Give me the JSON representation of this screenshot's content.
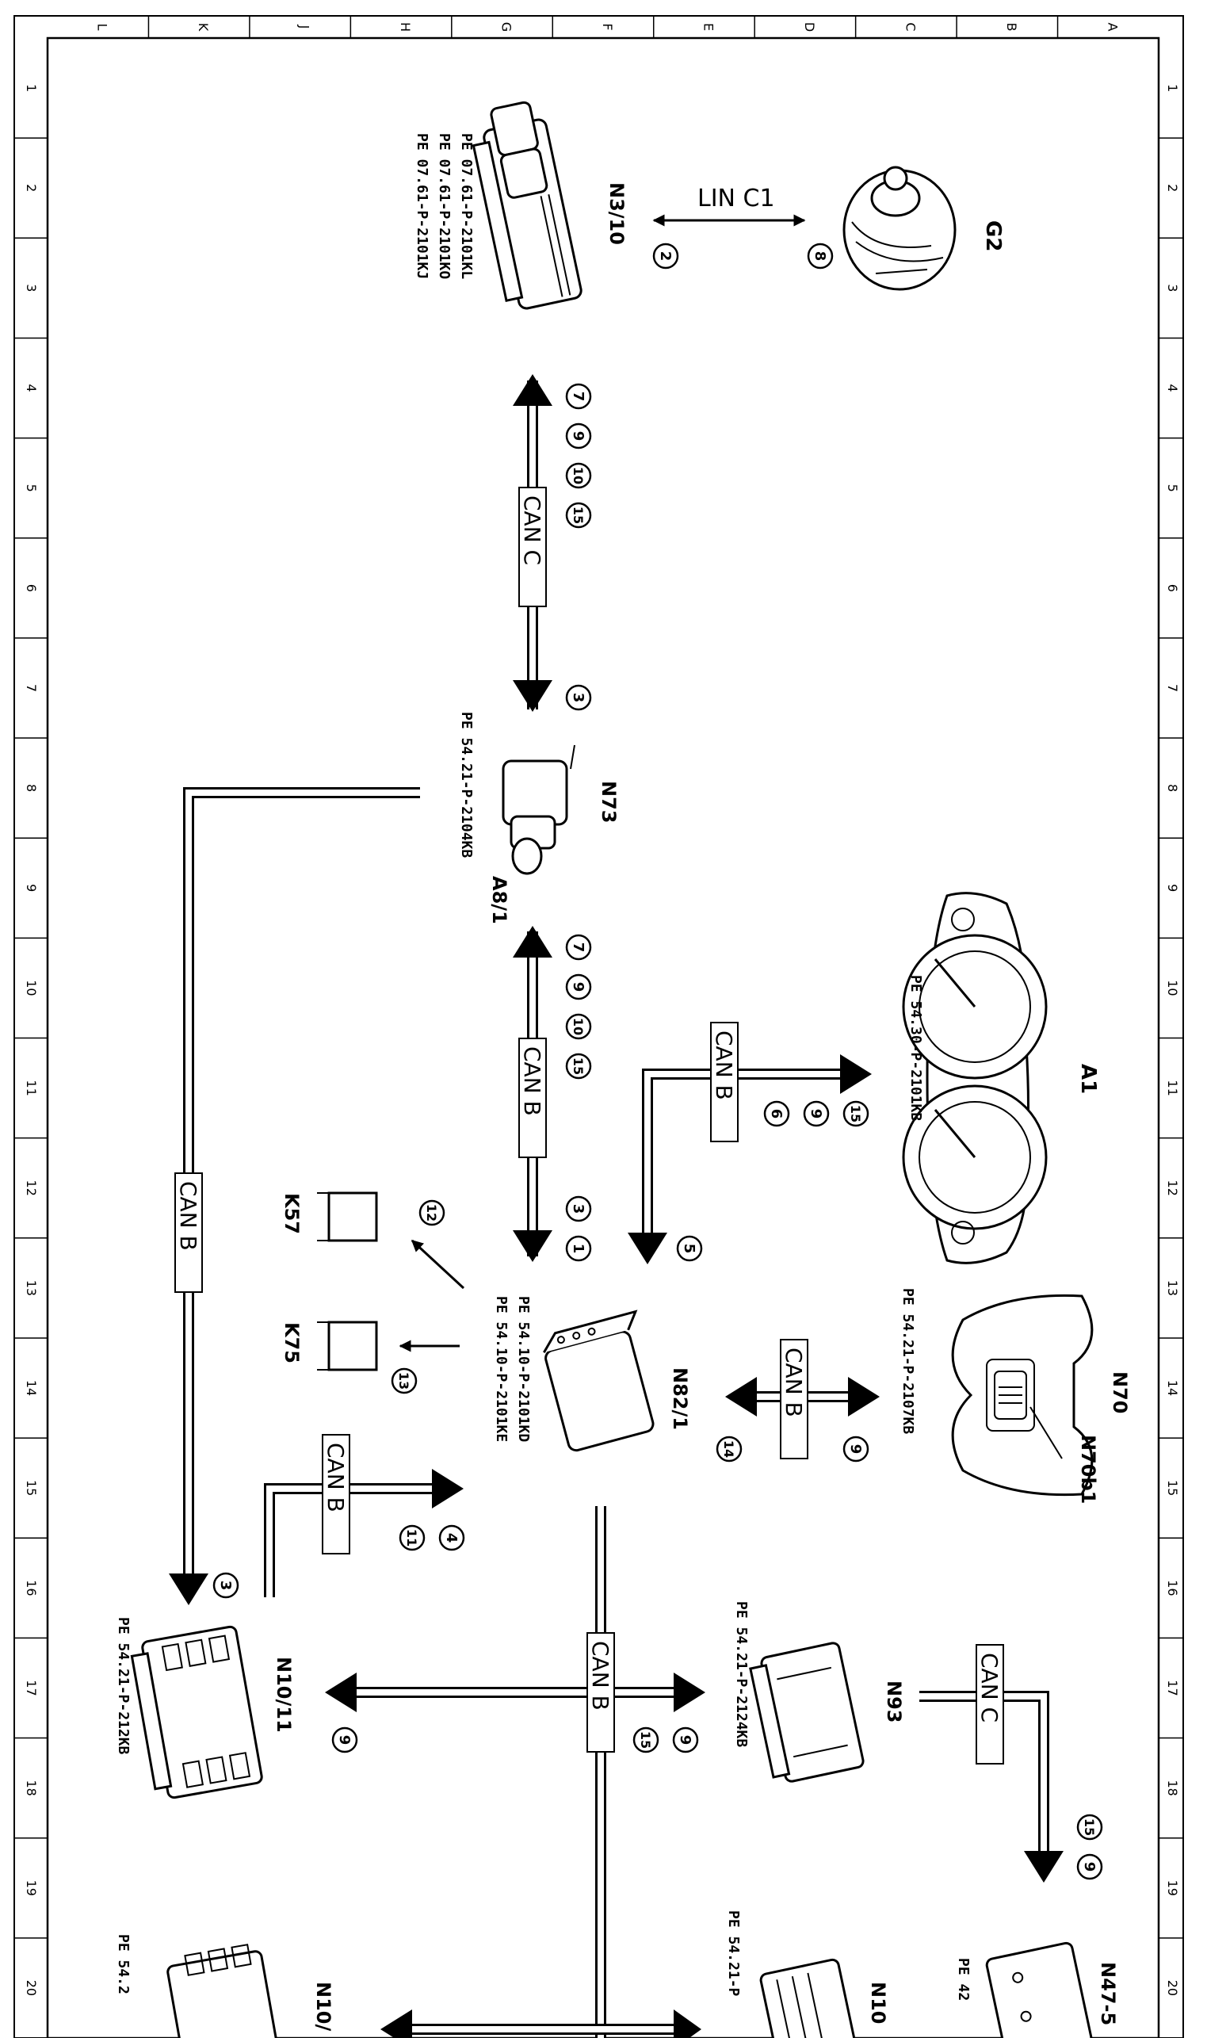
{
  "frame": {
    "columns": [
      "L",
      "K",
      "J",
      "H",
      "G",
      "F",
      "E",
      "D",
      "C",
      "B",
      "A"
    ],
    "rows": [
      "1",
      "2",
      "3",
      "4",
      "5",
      "6",
      "7",
      "8",
      "9",
      "10",
      "11",
      "12",
      "13",
      "14",
      "15",
      "16",
      "17",
      "18",
      "19",
      "20"
    ]
  },
  "components": {
    "g2": "G2",
    "n3_10": "N3/10",
    "n73": "N73",
    "a8_1": "A8/1",
    "a1": "A1",
    "k57": "K57",
    "k75": "K75",
    "n82_1": "N82/1",
    "n70": "N70",
    "n70b1": "N70b1",
    "n10_11": "N10/11",
    "n93": "N93",
    "n47_5": "N47-5",
    "n10_bottom": "N10/",
    "n10_right": "N10"
  },
  "references": {
    "n3_10": [
      "PE 07.61-P-2101KL",
      "PE 07.61-P-2101KO",
      "PE 07.61-P-2101KJ"
    ],
    "n73": "PE 54.21-P-2104KB",
    "a1": "PE 54.30-P-2101KB",
    "n82_1": [
      "PE 54.10-P-2101KD",
      "PE 54.10-P-2101KE"
    ],
    "n70": "PE 54.21-P-2107KB",
    "n10_11": "PE 54.21-P-212KB",
    "n93": "PE 54.21-P-2124KB",
    "n10_bottom": "PE 54.2",
    "n10_right": "PE 54.21-P",
    "n47_5": "PE 42"
  },
  "buses": {
    "lin": "LIN C1",
    "can_c": "CAN C",
    "can_b": "CAN B"
  },
  "signals": {
    "lin_g2": "8",
    "lin_n3": "2",
    "canc_n3": [
      "7",
      "9",
      "10",
      "15"
    ],
    "canc_n73": "3",
    "canb_a8": [
      "7",
      "9",
      "10",
      "15"
    ],
    "canb_n82": [
      "3",
      "1"
    ],
    "a1_in": [
      "15",
      "9",
      "6"
    ],
    "a1_out": "5",
    "k57": "12",
    "k75": "13",
    "n70_in": "9",
    "n70_out": "14",
    "n82_left": [
      "4",
      "11"
    ],
    "n10_11_in": "3",
    "n10_11_out": "9",
    "n93_in": [
      "9",
      "15"
    ],
    "n47_in": [
      "15",
      "9"
    ]
  }
}
